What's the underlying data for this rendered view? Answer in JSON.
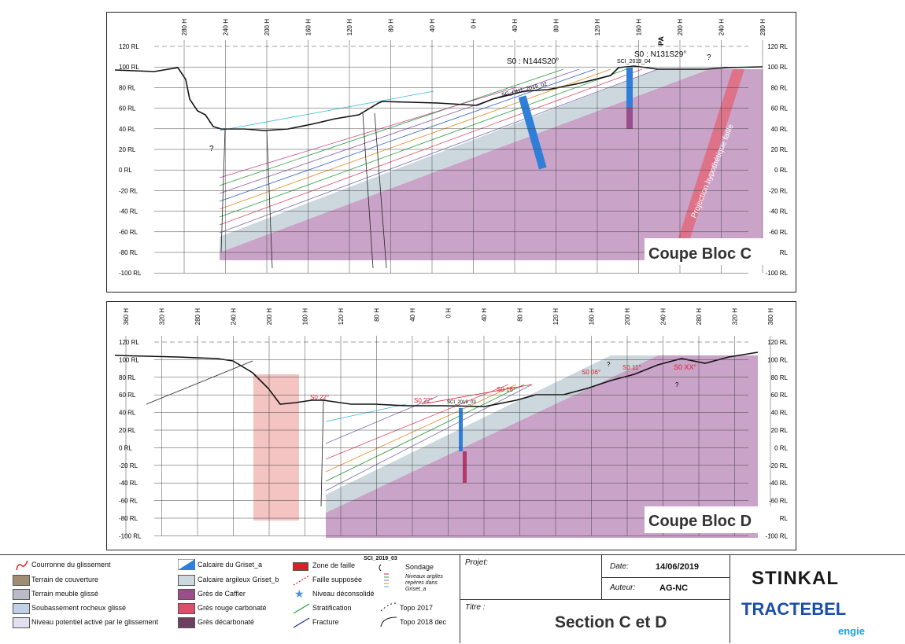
{
  "coupe_c": {
    "title": "Coupe Bloc C",
    "x_ticks": [
      "280 H",
      "240 H",
      "200 H",
      "160 H",
      "120 H",
      "80 H",
      "40 H",
      "0 H",
      "40 H",
      "80 H",
      "120 H",
      "160 H",
      "200 H",
      "240 H",
      "280 H"
    ],
    "y_ticks": [
      "120 RL",
      "100 RL",
      "80 RL",
      "60 RL",
      "40 RL",
      "20 RL",
      "0 RL",
      "-20 RL",
      "-40 RL",
      "-60 RL",
      "-80 RL",
      "-100 RL"
    ],
    "pa_label": "PA",
    "so1": "S0 : N144S20°",
    "so2": "S0 : N131S29°",
    "sondage1": "SC_OH1_2019_02",
    "sondage2": "SCI_2019_04",
    "fault_label": "Projection hypothétique faille",
    "question1": "?",
    "question2": "?"
  },
  "coupe_d": {
    "title": "Coupe Bloc D",
    "x_ticks": [
      "360 H",
      "320 H",
      "280 H",
      "240 H",
      "200 H",
      "160 H",
      "120 H",
      "80 H",
      "40 H",
      "0 H",
      "40 H",
      "80 H",
      "120 H",
      "160 H",
      "200 H",
      "240 H",
      "280 H",
      "320 H",
      "360 H"
    ],
    "y_ticks": [
      "120 RL",
      "100 RL",
      "80 RL",
      "60 RL",
      "40 RL",
      "20 RL",
      "0 RL",
      "-20 RL",
      "-40 RL",
      "-60 RL",
      "-80 RL",
      "-100 RL"
    ],
    "s0_a": "S0 22°",
    "s0_b": "S0 22°",
    "s0_c": "S0 16°",
    "s0_d": "S0 06°",
    "s0_e": "S0 11°",
    "s0_f": "S0 XX°",
    "sondage": "SCI_2019_03",
    "question1": "?",
    "question2": "?"
  },
  "legend": {
    "col1": [
      "Courronne du glissement",
      "Terrain de couverture",
      "Terrain meuble glissé",
      "Soubassement rocheux glissé",
      "Niveau potentiel activé par le glissement"
    ],
    "col2": [
      "Calcaire du Griset_a",
      "Calcaire argileux Griset_b",
      "Grès de Caffier",
      "Grès rouge carbonaté",
      "Grès décarbonaté"
    ],
    "col3": [
      "Zone de faille",
      "Faille supposée",
      "Niveau déconsolidé",
      "Stratification",
      "Fracture"
    ],
    "col4_title": "SCI_2019_03",
    "col4_sondage": "Sondage",
    "col4_niveaux": "Niveaux argiles repères dans Griset_a",
    "col4_topo17": "Topo 2017",
    "col4_topo18": "Topo 2018 dec",
    "colors": {
      "couverture": "#a08c72",
      "meuble": "#b9bcc8",
      "soubassement": "#c0d0e6",
      "niveau": "#e2dfee",
      "griset_a": "#2f7fd8",
      "griset_b": "#cdd8de",
      "caffier": "#9a4f8c",
      "rouge": "#d9506c",
      "decarbonate": "#6d3e5e",
      "zone_faille": "#d8202a"
    }
  },
  "title_block": {
    "projet_label": "Projet:",
    "titre_label": "Titre :",
    "date_label": "Date:",
    "date_value": "14/06/2019",
    "auteur_label": "Auteur:",
    "auteur_value": "AG-NC",
    "section_title": "Section C et D",
    "logo1": "STINKAL",
    "logo2": "TRACTEBEL",
    "logo3": "engie"
  }
}
